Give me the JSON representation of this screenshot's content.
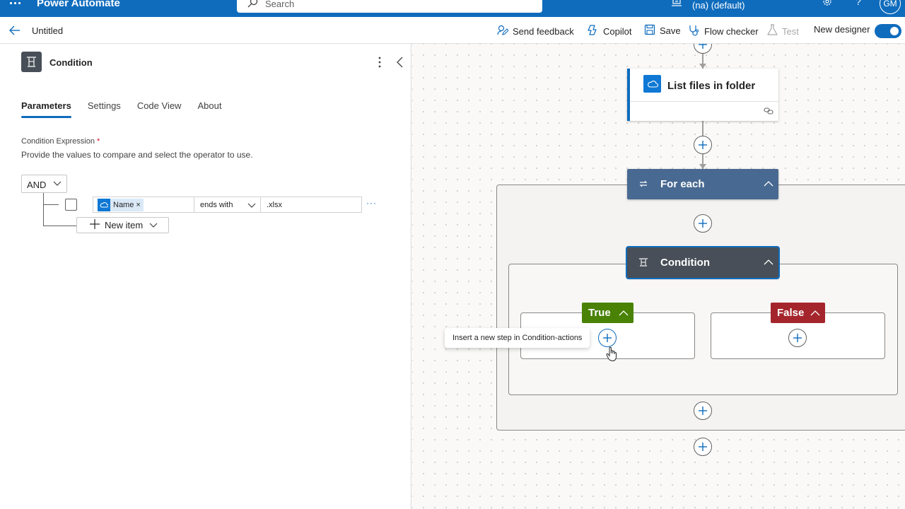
{
  "topbar": {
    "brand": "Power Automate",
    "search_placeholder": "Search",
    "environment": "(na) (default)",
    "help": "?",
    "avatar_initials": "GM",
    "bg_color": "#0f6cbd"
  },
  "cmdbar": {
    "flow_name": "Untitled",
    "send_feedback": "Send feedback",
    "copilot": "Copilot",
    "save": "Save",
    "flow_checker": "Flow checker",
    "test": "Test",
    "new_designer": "New designer",
    "new_designer_on": true
  },
  "panel": {
    "title": "Condition",
    "tabs": [
      {
        "label": "Parameters",
        "active": true
      },
      {
        "label": "Settings",
        "active": false
      },
      {
        "label": "Code View",
        "active": false
      },
      {
        "label": "About",
        "active": false
      }
    ],
    "expression_label": "Condition Expression",
    "required_mark": "*",
    "expression_description": "Provide the values to compare and select the operator to use.",
    "group_operator": "AND",
    "row": {
      "token": "Name",
      "token_remove": "×",
      "operator": "ends with",
      "value": ".xlsx"
    },
    "new_item": "New item"
  },
  "canvas": {
    "list_files_label": "List files in folder",
    "foreach_label": "For each",
    "condition_label": "Condition",
    "true_label": "True",
    "false_label": "False",
    "tooltip": "Insert a new step in Condition-actions",
    "colors": {
      "foreach": "#486991",
      "condition": "#484f58",
      "true": "#498205",
      "false": "#a4262c",
      "accent": "#0f6cbd"
    }
  }
}
